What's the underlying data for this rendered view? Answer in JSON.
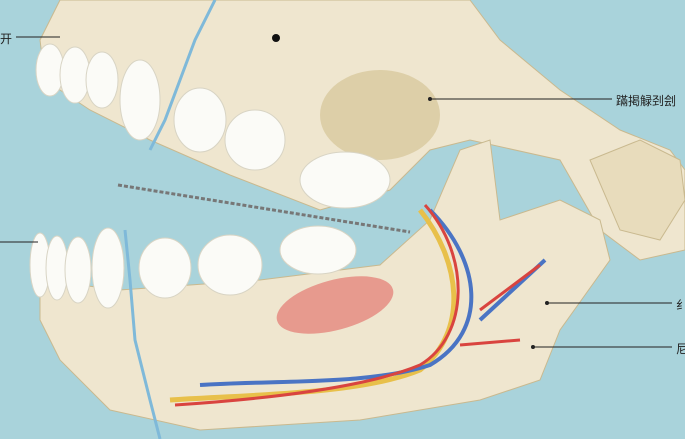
{
  "labels": {
    "upper_left": "开",
    "upper_right": "蹣掲觮刭刽",
    "mid_left": "",
    "lower_right_1": "纟",
    "lower_right_2": "尼"
  },
  "colors": {
    "background": "#a9d3db",
    "bone": "#efe6cf",
    "tooth": "#fbfbf7",
    "artery": "#d9443f",
    "vein": "#4a74c4",
    "nerve": "#e8c04a",
    "muscle": "#e79a8e"
  }
}
